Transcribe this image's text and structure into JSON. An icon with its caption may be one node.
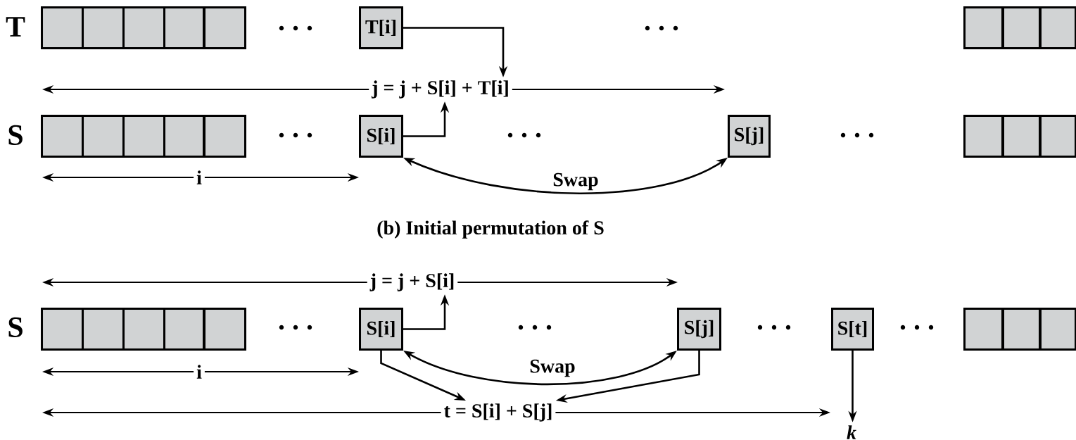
{
  "diagram": {
    "caption": "(b) Initial permutation of S",
    "nodes": [
      {
        "text": [],
        "shape": "box"
      },
      {
        "text": [],
        "shape": "box"
      },
      {
        "text": [],
        "shape": "box"
      },
      {
        "text": [],
        "shape": "box"
      },
      {
        "text": [],
        "shape": "box"
      },
      {
        "text": [
          "T[i]"
        ]
      },
      {
        "text": [],
        "shape": "box"
      },
      {
        "text": [],
        "shape": "box"
      },
      {
        "text": [],
        "shape": "box"
      },
      {
        "text": [
          "j = j + S[i] + T[i]"
        ]
      },
      {
        "text": [],
        "shape": "box"
      },
      {
        "text": [],
        "shape": "box"
      },
      {
        "text": [],
        "shape": "box"
      },
      {
        "text": [],
        "shape": "box"
      },
      {
        "text": [],
        "shape": "box"
      },
      {
        "text": [
          "S[i]"
        ]
      },
      {
        "text": [
          "S[j]"
        ]
      },
      {
        "text": [],
        "shape": "box"
      },
      {
        "text": [],
        "shape": "box"
      },
      {
        "text": [],
        "shape": "box"
      },
      {
        "text": [
          "j = j + S[i]"
        ]
      },
      {
        "text": [],
        "shape": "box"
      },
      {
        "text": [],
        "shape": "box"
      },
      {
        "text": [],
        "shape": "box"
      },
      {
        "text": [],
        "shape": "box"
      },
      {
        "text": [],
        "shape": "box"
      },
      {
        "text": [
          "S[i]"
        ]
      },
      {
        "text": [
          "S[j]"
        ]
      },
      {
        "text": [
          "S[t]"
        ]
      },
      {
        "text": [],
        "shape": "box"
      },
      {
        "text": [],
        "shape": "box"
      },
      {
        "text": [],
        "shape": "box"
      },
      {
        "text": [
          "t = S[i] + S[j]"
        ]
      },
      {
        "text": [
          "k"
        ]
      }
    ],
    "edges": [
      {
        "from": 5,
        "to": 9,
        "arrow": "to"
      },
      {
        "from": 15,
        "to": 9,
        "arrow": "to"
      },
      {
        "from": 15,
        "to": 16,
        "arrow": "both",
        "label": "Swap"
      },
      {
        "from": 26,
        "to": 20,
        "arrow": "to"
      },
      {
        "from": 26,
        "to": 27,
        "arrow": "both",
        "label": "Swap"
      },
      {
        "from": 26,
        "to": 32,
        "arrow": "to"
      },
      {
        "from": 27,
        "to": 32,
        "arrow": "to"
      },
      {
        "from": 28,
        "to": 33,
        "arrow": "to"
      }
    ],
    "labels": [
      "T",
      "S",
      "i",
      "S",
      "i"
    ]
  }
}
